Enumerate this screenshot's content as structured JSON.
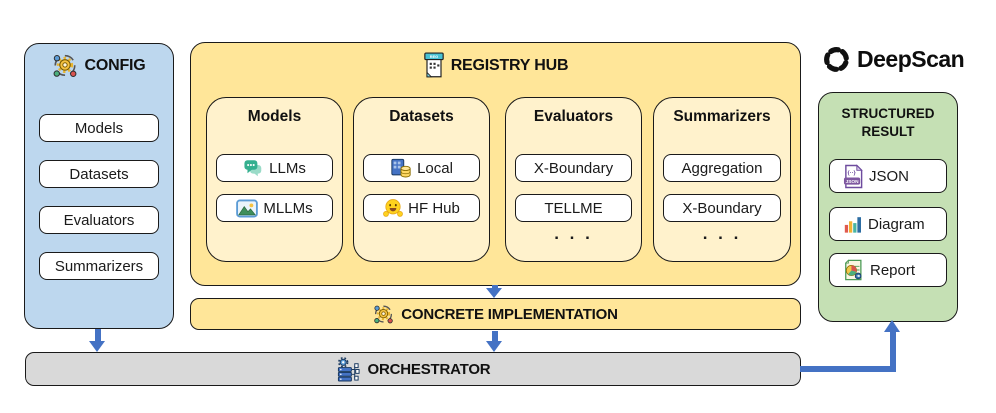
{
  "logo": {
    "name": "DeepScan"
  },
  "config": {
    "title": "CONFIG",
    "items": [
      "Models",
      "Datasets",
      "Evaluators",
      "Summarizers"
    ]
  },
  "registry": {
    "title": "REGISTRY HUB",
    "groups": [
      {
        "title": "Models",
        "items": [
          "LLMs",
          "MLLMs"
        ]
      },
      {
        "title": "Datasets",
        "items": [
          "Local",
          "HF Hub"
        ]
      },
      {
        "title": "Evaluators",
        "items": [
          "X-Boundary",
          "TELLME"
        ],
        "more": ". . ."
      },
      {
        "title": "Summarizers",
        "items": [
          "Aggregation",
          "X-Boundary"
        ],
        "more": ". . ."
      }
    ]
  },
  "concrete_implementation": {
    "title": "CONCRETE IMPLEMENTATION"
  },
  "orchestrator": {
    "title": "ORCHESTRATOR"
  },
  "structured_result": {
    "title": "STRUCTURED RESULT",
    "items": [
      "JSON",
      "Diagram",
      "Report"
    ]
  },
  "icons": {
    "config": "gear-cycle-icon",
    "registry_hub": "registry-card-icon",
    "llms": "chat-bubbles-icon",
    "mllms": "picture-icon",
    "local": "server-database-icon",
    "hf_hub": "hugging-face-icon",
    "json": "json-file-icon",
    "diagram": "bar-chart-icon",
    "report": "pie-report-icon",
    "concrete_implementation": "gear-cycle-icon",
    "orchestrator": "server-gear-icon",
    "logo": "cycle-ring-icon"
  },
  "colors": {
    "config_panel": "#BDD7EE",
    "registry_panel": "#FFE699",
    "registry_group": "#FFF2CC",
    "implementation_bar": "#FFE699",
    "orchestrator_bar": "#D9D9D9",
    "result_panel": "#C5E0B4",
    "arrow": "#4472C4",
    "border": "#1A1A1A"
  }
}
